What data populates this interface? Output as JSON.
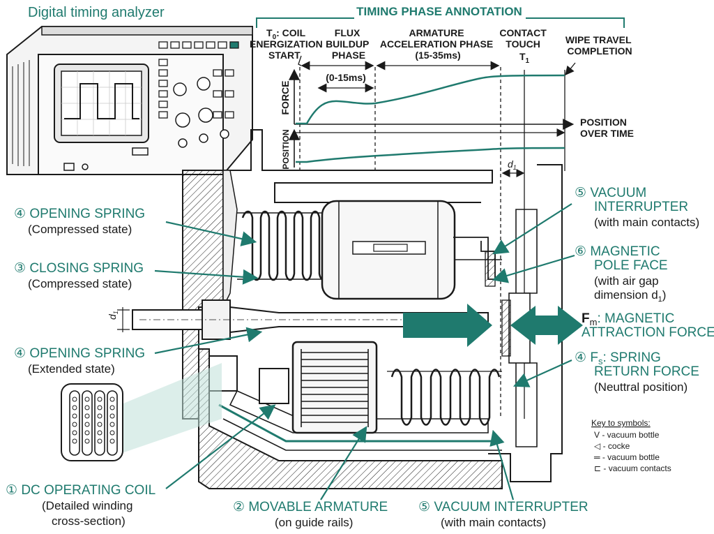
{
  "analyzer": {
    "title": "Digital timing analyzer"
  },
  "timing": {
    "title": "TIMING PHASE ANNOTATION",
    "phases": {
      "t0": [
        "T",
        "0",
        ": COIL",
        "ENERGIZATION",
        "START"
      ],
      "flux": [
        "FLUX",
        "BUILDUP",
        "PHASE"
      ],
      "flux_range": "(0-15ms)",
      "armature": [
        "ARMATURE",
        "ACCELERATION PHASE",
        "(15-35ms)"
      ],
      "contact": [
        "CONTACT",
        "TOUCH",
        "T",
        "1"
      ],
      "wipe": [
        "WIPE TRAVEL",
        "COMPLETION"
      ]
    },
    "axis_force": "FORCE",
    "axis_position": "POSITION",
    "axis_time": [
      "POSITION",
      "OVER TIME"
    ]
  },
  "gap_label": {
    "d": "d",
    "sub": "1"
  },
  "labels": {
    "opening_spring_top": {
      "num": "④",
      "title": "OPENING SPRING",
      "sub": "(Compressed state)"
    },
    "closing_spring": {
      "num": "③",
      "title": "CLOSING SPRING",
      "sub": "(Compressed state)"
    },
    "opening_spring_bottom": {
      "num": "④",
      "title": "OPENING SPRING",
      "sub": "(Extended state)"
    },
    "coil": {
      "num": "①",
      "title": "DC OPERATING COIL",
      "sub1": "(Detailed winding",
      "sub2": "cross-section)"
    },
    "armature": {
      "num": "②",
      "title": "MOVABLE ARMATURE",
      "sub": "(on guide rails)"
    },
    "vacuum_bottom": {
      "num": "⑤",
      "title": "VACUUM INTERRUPTER",
      "sub": "(with main contacts)"
    },
    "vacuum_top": {
      "num": "⑤",
      "title1": "VACUUM",
      "title2": "INTERRUPTER",
      "sub": "(with main contacts)"
    },
    "pole_face": {
      "num": "⑥",
      "title1": "MAGNETIC",
      "title2": "POLE FACE",
      "sub1": "(with air gap",
      "sub2": "dimension d",
      "sub2_sub": "1",
      "sub2_end": ")"
    },
    "magnetic_force": {
      "title1a": "F",
      "title1_sub": "m",
      "title1b": ": MAGNETIC",
      "title2": "ATTRACTION FORCE"
    },
    "spring_force": {
      "num": "④",
      "title1a": "F",
      "title1_sub": "s",
      "title1b": ": SPRING",
      "title2": "RETURN FORCE",
      "sub": "(Neuttral position)"
    }
  },
  "key": {
    "title": "Key to symbols:",
    "items": [
      "V - vacuum bottle",
      "◁ - cocke",
      "═ - vacuum bottle",
      "⊏ - vacuum contacts"
    ]
  },
  "colors": {
    "teal": "#1f7a6e",
    "line": "#1a1a1a",
    "light_teal": "#bfe0d9"
  }
}
